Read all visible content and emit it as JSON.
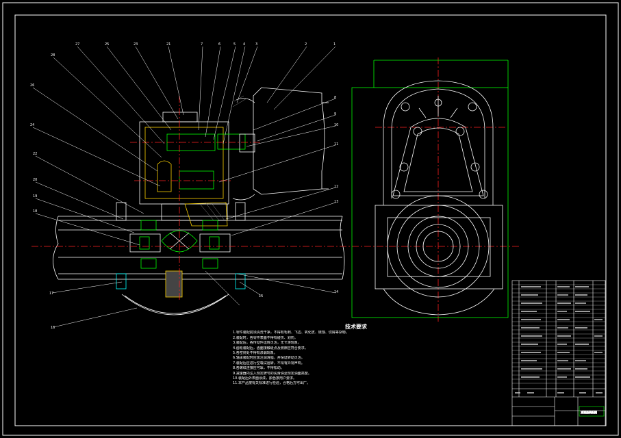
{
  "drawing": {
    "tech_title": "技术要求",
    "tech_requirements": [
      "1.零件装配前须清洗干净，不得有毛刺、飞边、氧化皮、锈蚀、切屑等杂物。",
      "2.装配时，各零件表面不得有碰伤、划伤。",
      "3.装配后，各传动件运转灵活，无卡滞现象。",
      "4.齿轮装配后，齿面接触斑点及侧隙应符合要求。",
      "5.各密封处不得有渗漏现象。",
      "6.轴承装配时应加注润滑脂，并保证转动灵活。",
      "7.装配后应进行空载试运转，不得有异常声响。",
      "8.各螺纹连接应可靠，不得松动。",
      "9.减速器内注入规定牌号的润滑油至规定油面高度。",
      "10.装配后外表面涂漆，颜色按用户要求。",
      "11.本产品按有关标准进行检验，合格后方可出厂。"
    ],
    "callout_labels": [
      "1",
      "2",
      "3",
      "4",
      "5",
      "6",
      "7",
      "8",
      "9",
      "10",
      "11",
      "12",
      "13",
      "14",
      "15",
      "16",
      "17",
      "18",
      "19",
      "20",
      "21",
      "22",
      "23",
      "24",
      "25",
      "26",
      "27",
      "28"
    ],
    "bom_footer": "减速器装配图"
  }
}
